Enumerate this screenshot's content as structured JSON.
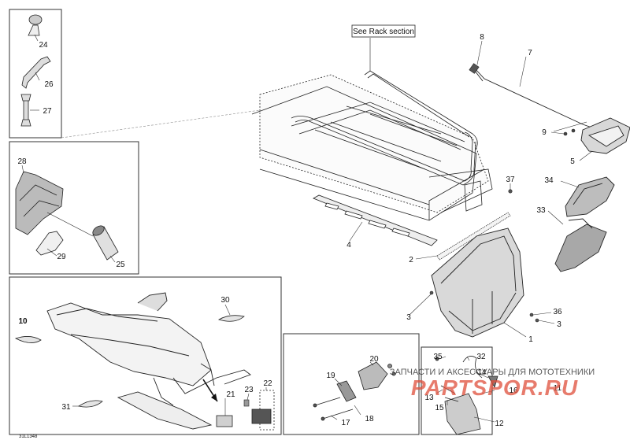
{
  "callouts": {
    "c1": "1",
    "c2": "2",
    "c3a": "3",
    "c3b": "3",
    "c4": "4",
    "c5": "5",
    "c7": "7",
    "c8": "8",
    "c9": "9",
    "c10": "10",
    "c11": "11",
    "c12": "12",
    "c13": "13",
    "c14": "14",
    "c15": "15",
    "c16": "16",
    "c17": "17",
    "c18": "18",
    "c19": "19",
    "c20": "20",
    "c21": "21",
    "c22": "22",
    "c23": "23",
    "c24": "24",
    "c25": "25",
    "c26": "26",
    "c27": "27",
    "c28": "28",
    "c29": "29",
    "c30": "30",
    "c31": "31",
    "c32": "32",
    "c33": "33",
    "c34": "34",
    "c35": "35",
    "c36": "36",
    "c37": "37"
  },
  "reference_box": "See Rack section",
  "figure_id": "31L1348",
  "watermark": {
    "line1": "ЗАПЧАСТИ И АКСЕССУАРЫ ДЛЯ МОТОТЕХНИКИ",
    "logo": "PARTSPOR.RU"
  },
  "colors": {
    "line": "#222222",
    "watermark": "#e0503c"
  }
}
